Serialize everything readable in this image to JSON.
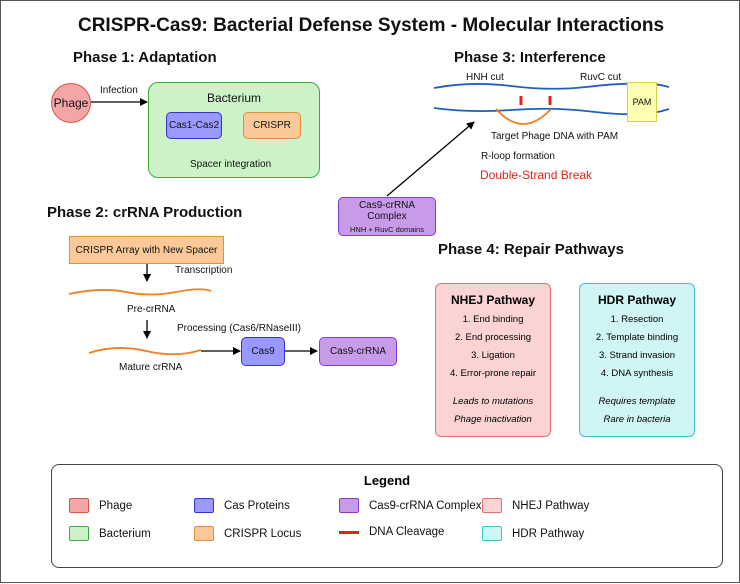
{
  "title": "CRISPR-Cas9: Bacterial Defense System - Molecular Interactions",
  "phase1": {
    "title": "Phase 1: Adaptation",
    "phage": "Phage",
    "infection": "Infection",
    "bacterium": "Bacterium",
    "cas12": "Cas1-Cas2",
    "crispr": "CRISPR",
    "spacer_integration": "Spacer integration"
  },
  "phase2": {
    "title": "Phase 2: crRNA Production",
    "array": "CRISPR Array with New Spacer",
    "transcription": "Transcription",
    "pre_crrna": "Pre-crRNA",
    "processing": "Processing (Cas6/RNaseIII)",
    "mature": "Mature crRNA",
    "cas9": "Cas9",
    "cas9_crrna": "Cas9-crRNA"
  },
  "complex": {
    "title": "Cas9-crRNA Complex",
    "sub": "HNH + RuvC domains"
  },
  "phase3": {
    "title": "Phase 3: Interference",
    "hnh": "HNH cut",
    "ruvc": "RuvC cut",
    "pam": "PAM",
    "target": "Target Phage DNA with PAM",
    "rloop": "R-loop formation",
    "dsb": "Double-Strand Break"
  },
  "phase4": {
    "title": "Phase 4: Repair Pathways",
    "nhej": {
      "title": "NHEJ Pathway",
      "steps": [
        "1. End binding",
        "2. End processing",
        "3. Ligation",
        "4. Error-prone repair"
      ],
      "notes": [
        "Leads to mutations",
        "Phage inactivation"
      ]
    },
    "hdr": {
      "title": "HDR Pathway",
      "steps": [
        "1. Resection",
        "2. Template binding",
        "3. Strand invasion",
        "4. DNA synthesis"
      ],
      "notes": [
        "Requires template",
        "Rare in bacteria"
      ]
    }
  },
  "legend": {
    "title": "Legend",
    "items": [
      {
        "label": "Phage",
        "color": "#f4a6a6",
        "border": "#d9534f",
        "kind": "box"
      },
      {
        "label": "Cas Proteins",
        "color": "#9999ff",
        "border": "#3333cc",
        "kind": "box"
      },
      {
        "label": "Cas9-crRNA Complex",
        "color": "#c89be8",
        "border": "#8a3cc4",
        "kind": "box"
      },
      {
        "label": "NHEJ Pathway",
        "color": "#fbd3d3",
        "border": "#e07070",
        "kind": "box"
      },
      {
        "label": "Bacterium",
        "color": "#cdf2c8",
        "border": "#3aaa3a",
        "kind": "box"
      },
      {
        "label": "CRISPR Locus",
        "color": "#fbc998",
        "border": "#e0903a",
        "kind": "box"
      },
      {
        "label": "DNA Cleavage",
        "color": "#e8201a",
        "border": "#e8201a",
        "kind": "line"
      },
      {
        "label": "HDR Pathway",
        "color": "#cff5f5",
        "border": "#3cc0d0",
        "kind": "box"
      }
    ]
  }
}
